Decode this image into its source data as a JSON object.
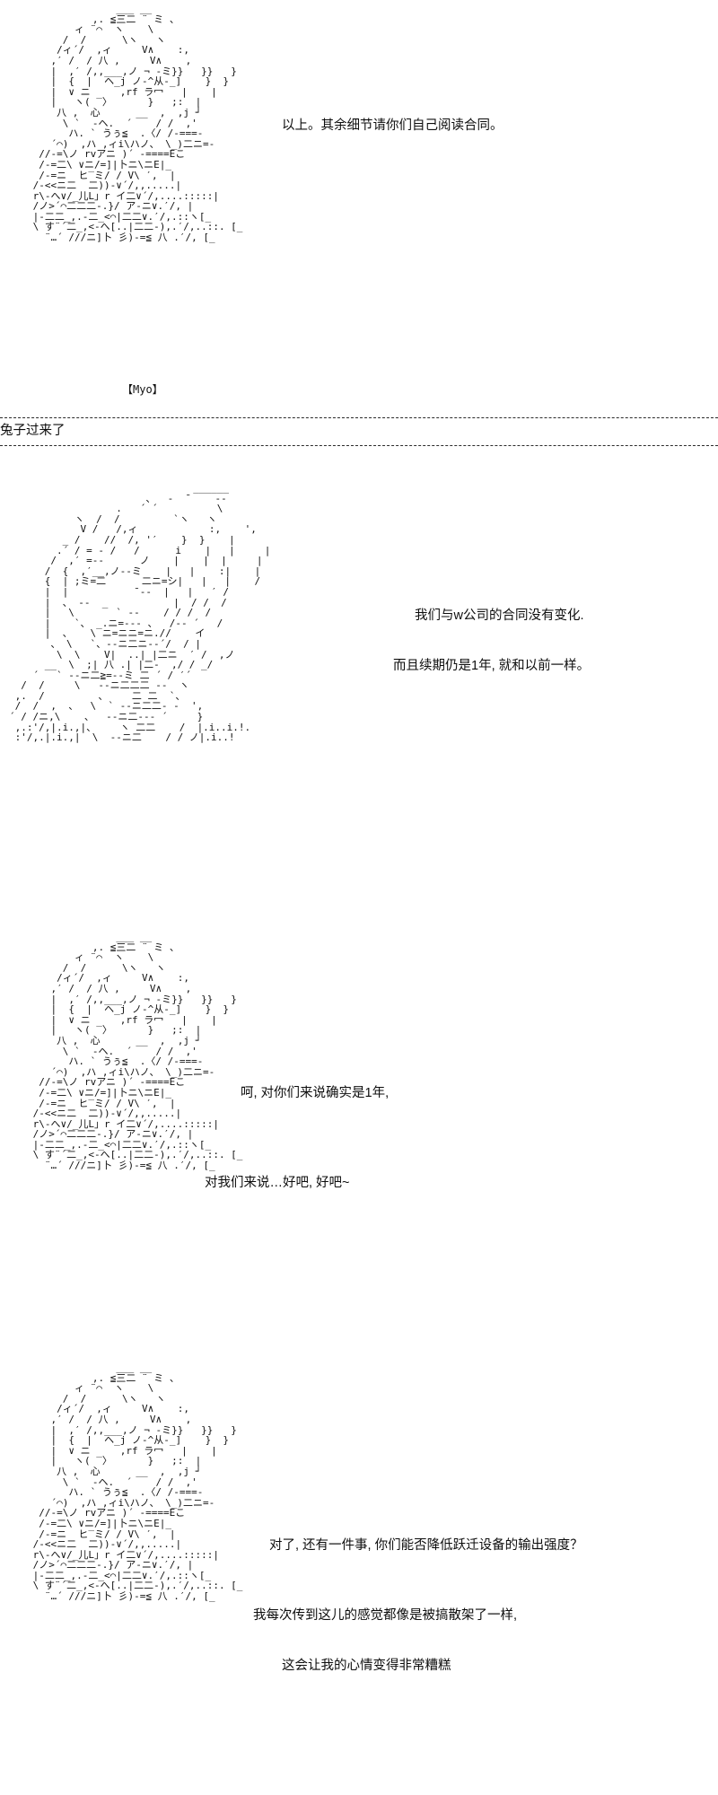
{
  "page": {
    "background_color": "#ffffff",
    "text_color": "#0d0d0d",
    "divider_color": "#2b2b2b"
  },
  "scenes": [
    {
      "id": "scene-1",
      "speaker_tag": "【Myo】",
      "lines": [
        "以上。其余细节请你们自己阅读合同。"
      ],
      "art": "               ___ __\n           ,. ≦三二 ¨ ミ 、\n        ィ ¨⌒  ヽ    \\\n      /  /      \\ヽ   ヽ\n     /ィ´/  ,ィ     V∧    :,\n    ,′ /  / 八 ,     V∧    ,\n    |  ,′ /,,___,ノ ¬ -ミ}}   }}   }\n    |  {  |  ヘ_j ノ-^从-_]    }  }\n    |  ∨ ニ     ,rf ラ冖   |    |\n    |   ヽ( ‾〉      }   ;:  |\n     八 ,  心      __  ,  ,j ┘\n      \\ `  ‐ヘ.  ´    / /  ,'\n       ハ. ` うぅ≦  .〈/ /-===-\n    ´⌒)  ,ハ ,ィi\\ハノ、 \\_)二ニ=-\n  //-=\\ノ rvアニ )´ -====Eこ\n  /-=二\\ ∨ニ/=]|卜ニ\\ニE|_\n  /-=ニ  ヒ‾ミ/ / V\\ ′,  |\n /-<<ニ二  二))-∨´/,,.....|\n r\\-へ∨/_儿L」r イ二∨´/,....:::::|\n /ノ>´⌒二二二-.}/ ア-ニ∨.′/, |\n |-二二_,.-二_<⌒|二二∨.′/,.::ヽ[_\n \\ す¨´二_,<‐へ[..|二二-),.′/,..::. [_\n   ¨…´ ///ニ]卜 彡)-=≦ 八 .′/, [_"
    },
    {
      "id": "narration-1",
      "type": "narration",
      "text": "兔子过来了"
    },
    {
      "id": "scene-2",
      "speaker_tag": "",
      "lines": [
        "我们与w公司的合同没有变化.",
        "而且续期仍是1年, 就和以前一样。"
      ],
      "art": "                               ______\n                       、  ‐  ̄     ‐-\n                  .   ´ ´          \\\n           ヽ  /  /         `ヽ   ヽ\n            V /   /,ィ            :,    ',\n         _ /    //  /, '′    }  }    |\n        .´ / = - /   /      i    |   |     |\n       /  ,′ =‐-      ノ    |    |  |     |\n      /  {  ,′__,ノ-‐ミ    |   |    :|    |\n      {  | ;ミ=二      二ニ=シ|   |   |    /\n      |  |           ̄ ‐-  |   |   ′ /\n      |  、 ‐-  _           |  / /  /\n      |   \\       ` ‐-    / / /  /\n      |    `、 _.ニ=-‐‐ 、  /-‐ ´   /\n      |  、   \\ ニ=ニニ=ニ.//    イ\n       、 \\   `、‐-ニ二ニ-‐´/  / |\n        \\  \\    V|  ..| |二ニ  ′ /  ,ノ\n      __  \\  ;| 八 .| |二-  ,/ / _/\n    ´   ` ‐-ニ二≧=‐-ミ 二 ´ / ′´\n  /  /     \\   ‐-ニ二二二 ‐-  ヽ\n ,.  /         、    二 二  `、\n /  /  ,  、  \\  ` ‐-ニ二二‐ -  ',\n´ / /ニ,\\    、  ‐-ニ二-‐‐ ´     }\n ,.:'/,|.i.,|、    ヽ 二二    /  |.i..i.!.\n :'/,.|.i.,|  \\  ‐-ニ二    / / ノ|.i..!"
    },
    {
      "id": "scene-3",
      "speaker_tag": "",
      "lines": [
        "呵, 对你们来说确实是1年,",
        "对我们来说…好吧, 好吧~"
      ],
      "art": "               ___ __\n           ,. ≦三二 ¨ ミ 、\n        ィ ¨⌒  ヽ    \\\n      /  /      \\ヽ   ヽ\n     /ィ´/  ,ィ     V∧    :,\n    ,′ /  / 八 ,     V∧    ,\n    |  ,′ /,,___,ノ ¬ -ミ}}   }}   }\n    |  {  |  ヘ_j ノ-^从-_]    }  }\n    |  ∨ ニ     ,rf ラ冖   |    |\n    |   ヽ( ‾〉      }   ;:  |\n     八 ,  心      __  ,  ,j ┘\n      \\ `  ‐ヘ.  ´    / /  ,'\n       ハ. ` うぅ≦  .〈/ /-===-\n    ´⌒)  ,ハ ,ィi\\ハノ、 \\_)二ニ=-\n  //-=\\ノ rvアニ )´ -====Eこ\n  /-=二\\ ∨ニ/=]|卜ニ\\ニE|_\n  /-=ニ  ヒ‾ミ/ / V\\ ′,  |\n /-<<ニ二  二))-∨´/,,.....|\n r\\-へ∨/_儿L」r イ二∨´/,....:::::|\n /ノ>´⌒二二二-.}/ ア-ニ∨.′/, |\n |-二二_,.-二_<⌒|二二∨.′/,.::ヽ[_\n \\ す¨´二_,<‐へ[..|二二-),.′/,..::. [_\n   ¨…´ ///ニ]卜 彡)-=≦ 八 .′/, [_"
    },
    {
      "id": "scene-4",
      "speaker_tag": "",
      "lines": [
        "对了, 还有一件事, 你们能否降低跃迁设备的输出强度？",
        "我每次传到这儿的感觉都像是被搞散架了一样,",
        "这会让我的心情变得非常糟糕"
      ],
      "art": "               ___ __\n           ,. ≦三二 ¨ ミ 、\n        ィ ¨⌒  ヽ    \\\n      /  /      \\ヽ   ヽ\n     /ィ´/  ,ィ     V∧    :,\n    ,′ /  / 八 ,     V∧    ,\n    |  ,′ /,,___,ノ ¬ -ミ}}   }}   }\n    |  {  |  ヘ_j ノ-^从-_]    }  }\n    |  ∨ ニ     ,rf ラ冖   |    |\n    |   ヽ( ‾〉      }   ;:  |\n     八 ,  心      __  ,  ,j ┘\n      \\ `  ‐ヘ.  ´    / /  ,'\n       ハ. ` うぅ≦  .〈/ /-===-\n    ´⌒)  ,ハ ,ィi\\ハノ、 \\_)二ニ=-\n  //-=\\ノ rvアニ )´ -====Eこ\n  /-=二\\ ∨ニ/=]|卜ニ\\ニE|_\n  /-=ニ  ヒ‾ミ/ / V\\ ′,  |\n /-<<ニ二  二))-∨´/,,.....|\n r\\-へ∨/_儿L」r イ二∨´/,....:::::|\n /ノ>´⌒二二二-.}/ ア-ニ∨.′/, |\n |-二二_,.-二_<⌒|二二∨.′/,.::ヽ[_\n \\ す¨´二_,<‐へ[..|二二-),.′/,..::. [_\n   ¨…´ ///ニ]卜 彡)-=≦ 八 .′/, [_"
    }
  ]
}
